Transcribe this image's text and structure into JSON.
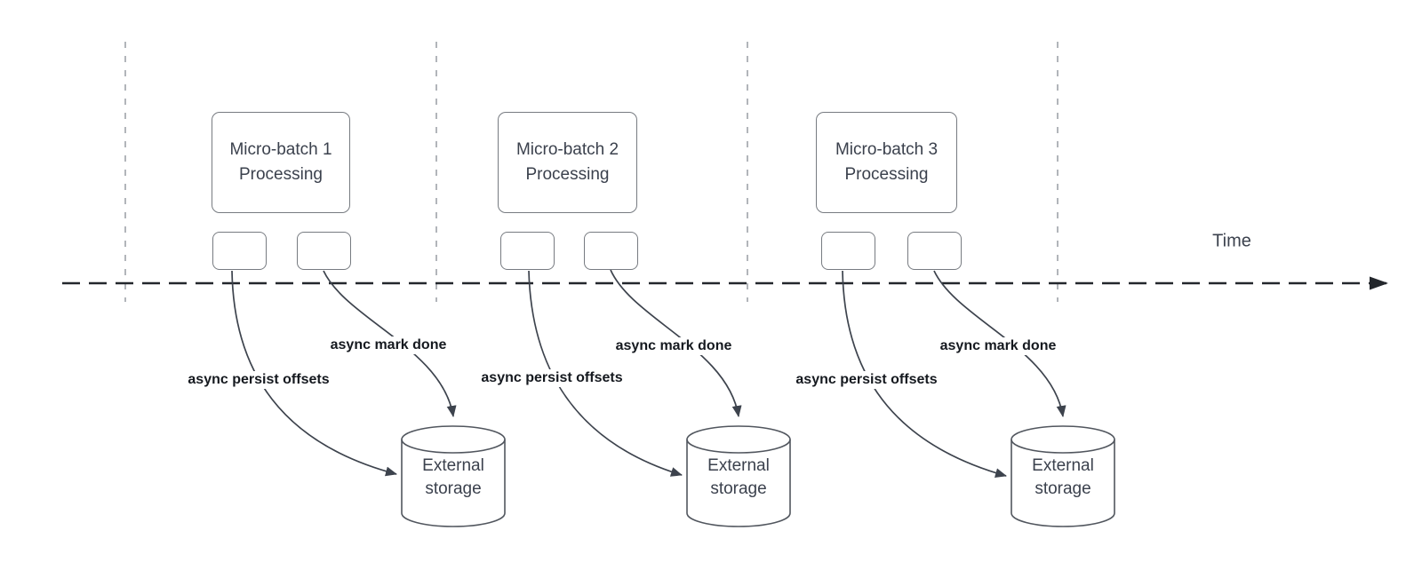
{
  "diagram": {
    "time_axis_label": "Time",
    "batches": [
      {
        "title": "Micro-batch 1\nProcessing",
        "persist_label": "async persist offsets",
        "done_label": "async mark done",
        "storage_label": "External\nstorage"
      },
      {
        "title": "Micro-batch 2\nProcessing",
        "persist_label": "async persist offsets",
        "done_label": "async mark done",
        "storage_label": "External\nstorage"
      },
      {
        "title": "Micro-batch 3\nProcessing",
        "persist_label": "async persist offsets",
        "done_label": "async mark done",
        "storage_label": "External\nstorage"
      }
    ],
    "colors": {
      "background": "#ffffff",
      "connector": "#3d434d",
      "time_axis": "#23272c",
      "gridline": "#a9adb3",
      "shape_border": "#777b81",
      "shape_text": "#3b414d",
      "arrow_label_text": "#15191f"
    }
  }
}
